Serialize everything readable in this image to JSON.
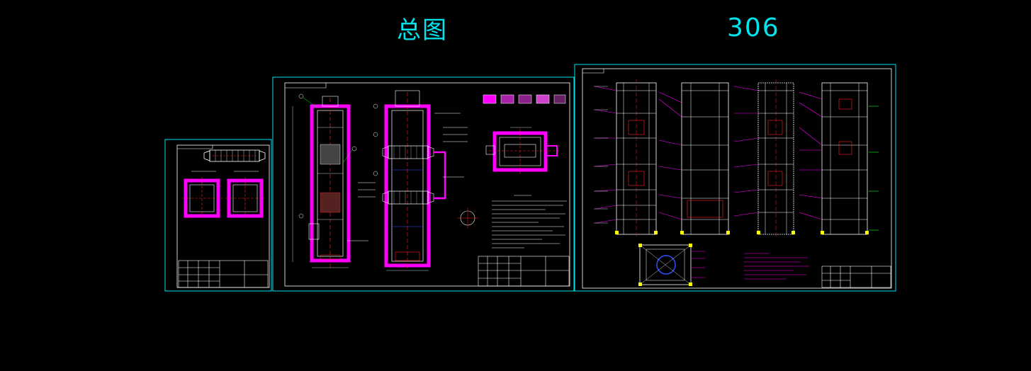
{
  "titles": {
    "left": "总图",
    "right": "306"
  },
  "colors": {
    "background": "#000000",
    "frame": "#00e5ee",
    "white": "#ffffff",
    "magenta": "#ff00ff",
    "red": "#ff2020",
    "blue": "#3050ff",
    "yellow": "#ffff00",
    "green": "#00ff00"
  },
  "sheets": [
    {
      "name": "sheet-small"
    },
    {
      "name": "sheet-main"
    },
    {
      "name": "sheet-elevations"
    }
  ]
}
